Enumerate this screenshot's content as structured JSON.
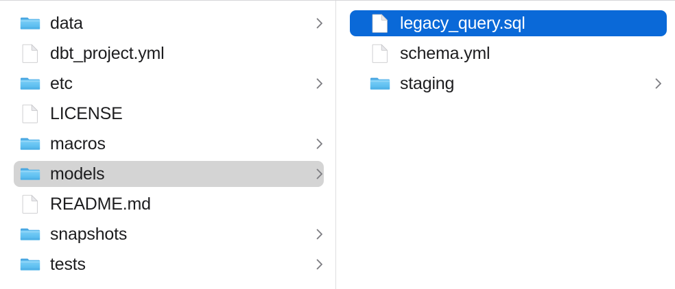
{
  "window": {
    "title": "Finder Column View",
    "view_mode": "column",
    "background_color": "#ffffff",
    "divider_color": "#dededf",
    "accent_color": "#0a69d8",
    "inactive_selection_color": "#d4d4d4",
    "text_color": "#1d1d1f",
    "selected_text_color": "#ffffff",
    "folder_icon_color": "#55b7f0",
    "chevron_color": "#7e7e83"
  },
  "columns": [
    {
      "name": "project-root-column",
      "items": [
        {
          "label": "data",
          "kind": "folder",
          "icon": "folder-icon",
          "has_chevron": true,
          "selected": false
        },
        {
          "label": "dbt_project.yml",
          "kind": "file",
          "icon": "document-icon",
          "has_chevron": false,
          "selected": false
        },
        {
          "label": "etc",
          "kind": "folder",
          "icon": "folder-icon",
          "has_chevron": true,
          "selected": false
        },
        {
          "label": "LICENSE",
          "kind": "file",
          "icon": "document-icon",
          "has_chevron": false,
          "selected": false
        },
        {
          "label": "macros",
          "kind": "folder",
          "icon": "folder-icon",
          "has_chevron": true,
          "selected": false
        },
        {
          "label": "models",
          "kind": "folder",
          "icon": "folder-icon",
          "has_chevron": true,
          "selected": true,
          "selection_state": "inactive"
        },
        {
          "label": "README.md",
          "kind": "file",
          "icon": "document-icon",
          "has_chevron": false,
          "selected": false
        },
        {
          "label": "snapshots",
          "kind": "folder",
          "icon": "folder-icon",
          "has_chevron": true,
          "selected": false
        },
        {
          "label": "tests",
          "kind": "folder",
          "icon": "folder-icon",
          "has_chevron": true,
          "selected": false
        }
      ]
    },
    {
      "name": "models-folder-column",
      "items": [
        {
          "label": "legacy_query.sql",
          "kind": "file",
          "icon": "document-icon",
          "has_chevron": false,
          "selected": true,
          "selection_state": "active"
        },
        {
          "label": "schema.yml",
          "kind": "file",
          "icon": "document-icon",
          "has_chevron": false,
          "selected": false
        },
        {
          "label": "staging",
          "kind": "folder",
          "icon": "folder-icon",
          "has_chevron": true,
          "selected": false
        }
      ]
    }
  ]
}
